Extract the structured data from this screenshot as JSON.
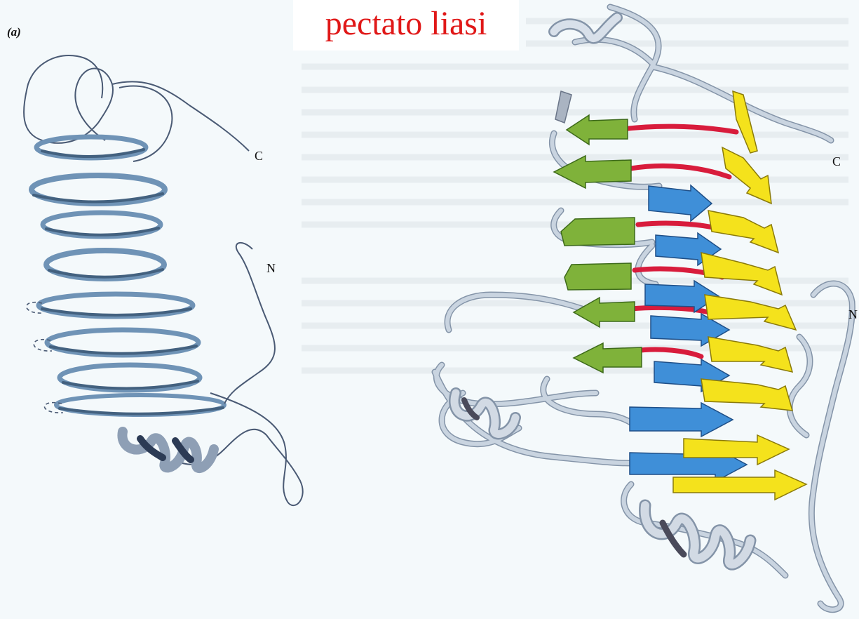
{
  "figure": {
    "title": "pectato liasi",
    "panel_label": "(a)",
    "left_terminus_c": "C",
    "left_terminus_n": "N",
    "right_terminus_c": "C",
    "right_terminus_n": "N"
  },
  "colors": {
    "title": "#e01818",
    "coil": "#6f93b6",
    "coil_dark": "#43617f",
    "loop": "#c9d4e0",
    "loop_edge": "#8494a8",
    "strand_green": "#7fb23a",
    "strand_blue": "#3f8fd8",
    "strand_yellow": "#f4e21c",
    "turn_red": "#d81c3c"
  }
}
